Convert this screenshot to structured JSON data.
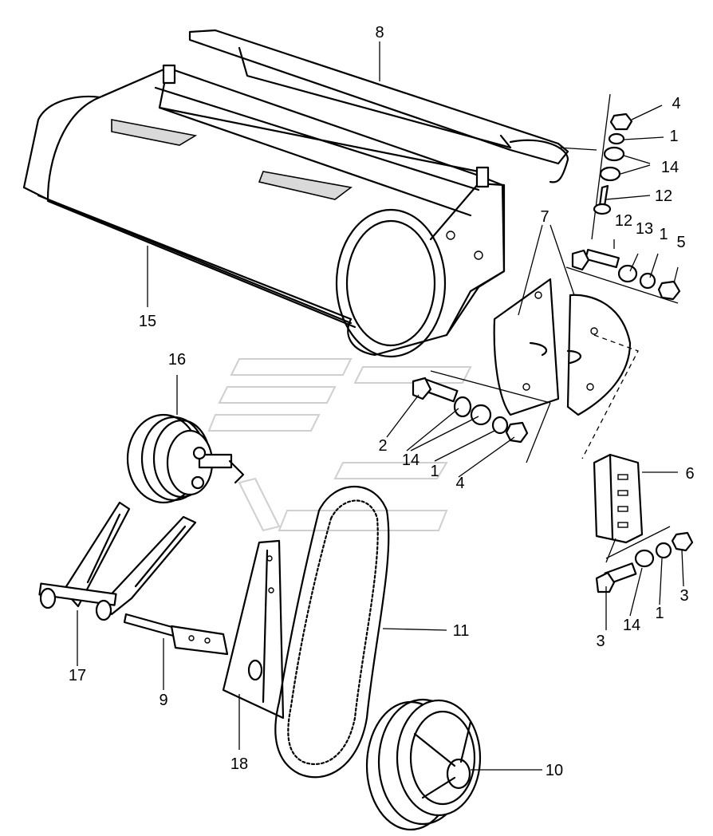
{
  "callouts": [
    {
      "id": "c-8",
      "label": "8"
    },
    {
      "id": "c-4a",
      "label": "4"
    },
    {
      "id": "c-1a",
      "label": "1"
    },
    {
      "id": "c-14a",
      "label": "14"
    },
    {
      "id": "c-12a",
      "label": "12"
    },
    {
      "id": "c-7",
      "label": "7"
    },
    {
      "id": "c-12b",
      "label": "12"
    },
    {
      "id": "c-13",
      "label": "13"
    },
    {
      "id": "c-1b",
      "label": "1"
    },
    {
      "id": "c-5",
      "label": "5"
    },
    {
      "id": "c-15",
      "label": "15"
    },
    {
      "id": "c-16",
      "label": "16"
    },
    {
      "id": "c-2",
      "label": "2"
    },
    {
      "id": "c-14b",
      "label": "14"
    },
    {
      "id": "c-1c",
      "label": "1"
    },
    {
      "id": "c-4b",
      "label": "4"
    },
    {
      "id": "c-6",
      "label": "6"
    },
    {
      "id": "c-3a",
      "label": "3"
    },
    {
      "id": "c-1d",
      "label": "1"
    },
    {
      "id": "c-14c",
      "label": "14"
    },
    {
      "id": "c-3b",
      "label": "3"
    },
    {
      "id": "c-11",
      "label": "11"
    },
    {
      "id": "c-17",
      "label": "17"
    },
    {
      "id": "c-9",
      "label": "9"
    },
    {
      "id": "c-18",
      "label": "18"
    },
    {
      "id": "c-10",
      "label": "10"
    }
  ]
}
